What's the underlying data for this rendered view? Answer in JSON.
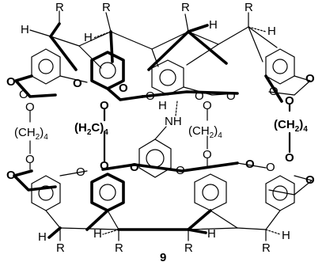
{
  "figure": {
    "compound_number": "9",
    "substituent": "R",
    "hydrogen": "H",
    "oxygen": "O",
    "amine": "NH",
    "linker_left": "(CH",
    "linker_sub": "2",
    "linker_close": ")",
    "linker_count": "4",
    "linker_h2c_open": "(H",
    "linker_h2c_c": "C)",
    "linker_right_open": "(CH",
    "linker_right_close": ")"
  }
}
